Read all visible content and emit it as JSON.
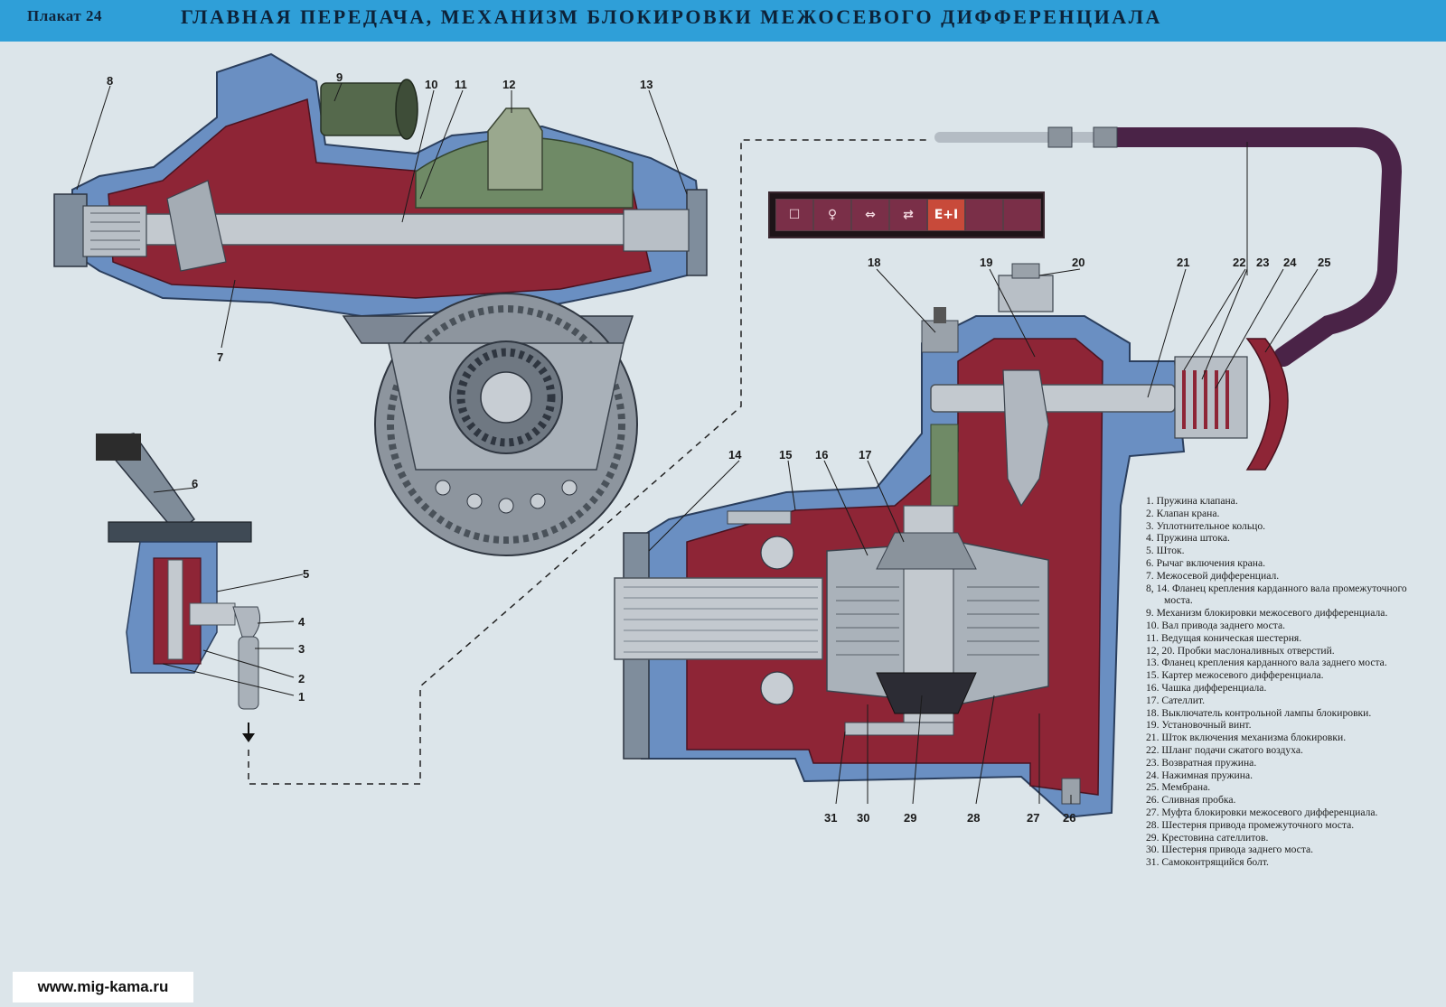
{
  "header": {
    "poster_number": "Плакат 24",
    "title": "ГЛАВНАЯ ПЕРЕДАЧА, МЕХАНИЗМ БЛОКИРОВКИ МЕЖОСЕВОГО ДИФФЕРЕНЦИАЛА"
  },
  "callouts": [
    "1",
    "2",
    "3",
    "4",
    "5",
    "6",
    "7",
    "8",
    "9",
    "10",
    "11",
    "12",
    "13",
    "14",
    "15",
    "16",
    "17",
    "18",
    "19",
    "20",
    "21",
    "22",
    "23",
    "24",
    "25",
    "26",
    "27",
    "28",
    "29",
    "30",
    "31"
  ],
  "legend": [
    "1. Пружина клапана.",
    "2. Клапан крана.",
    "3. Уплотнительное кольцо.",
    "4. Пружина штока.",
    "5. Шток.",
    "6. Рычаг включения крана.",
    "7. Межосевой дифференциал.",
    "8, 14. Фланец крепления карданного вала промежуточного моста.",
    "9. Механизм блокировки межосевого дифференциала.",
    "10. Вал привода заднего моста.",
    "11. Ведущая коническая шестерня.",
    "12, 20. Пробки маслоналивных отверстий.",
    "13. Фланец крепления карданного вала заднего моста.",
    "15. Картер межосевого дифференциала.",
    "16. Чашка дифференциала.",
    "17. Сателлит.",
    "18. Выключатель контрольной лампы блокировки.",
    "19. Установочный винт.",
    "21. Шток включения механизма блокировки.",
    "22. Шланг подачи сжатого воздуха.",
    "23. Возвратная пружина.",
    "24. Нажимная пружина.",
    "25. Мембрана.",
    "26. Сливная пробка.",
    "27. Муфта блокировки межосевого дифференциала.",
    "28. Шестерня привода промежуточного моста.",
    "29. Крестовина сателлитов.",
    "30. Шестерня привода заднего моста.",
    "31. Самоконтрящийся болт."
  ],
  "switch_panel": {
    "icons": [
      "square-icon",
      "lamp-icon",
      "arrows-icon",
      "double-arrows-icon",
      "lock-diff-icon",
      "blank-icon",
      "blank-icon"
    ],
    "active_label": "Е+I"
  },
  "watermark": "www.mig-kama.ru",
  "colors": {
    "header_bar": "#2f9fd8",
    "housing_blue": "#6a8fc2",
    "cutaway_red": "#8e2536",
    "steel": "#b9c0c6",
    "casting_green": "#6f8a66",
    "hose_purple": "#4a2347",
    "background": "#dce5ea"
  }
}
